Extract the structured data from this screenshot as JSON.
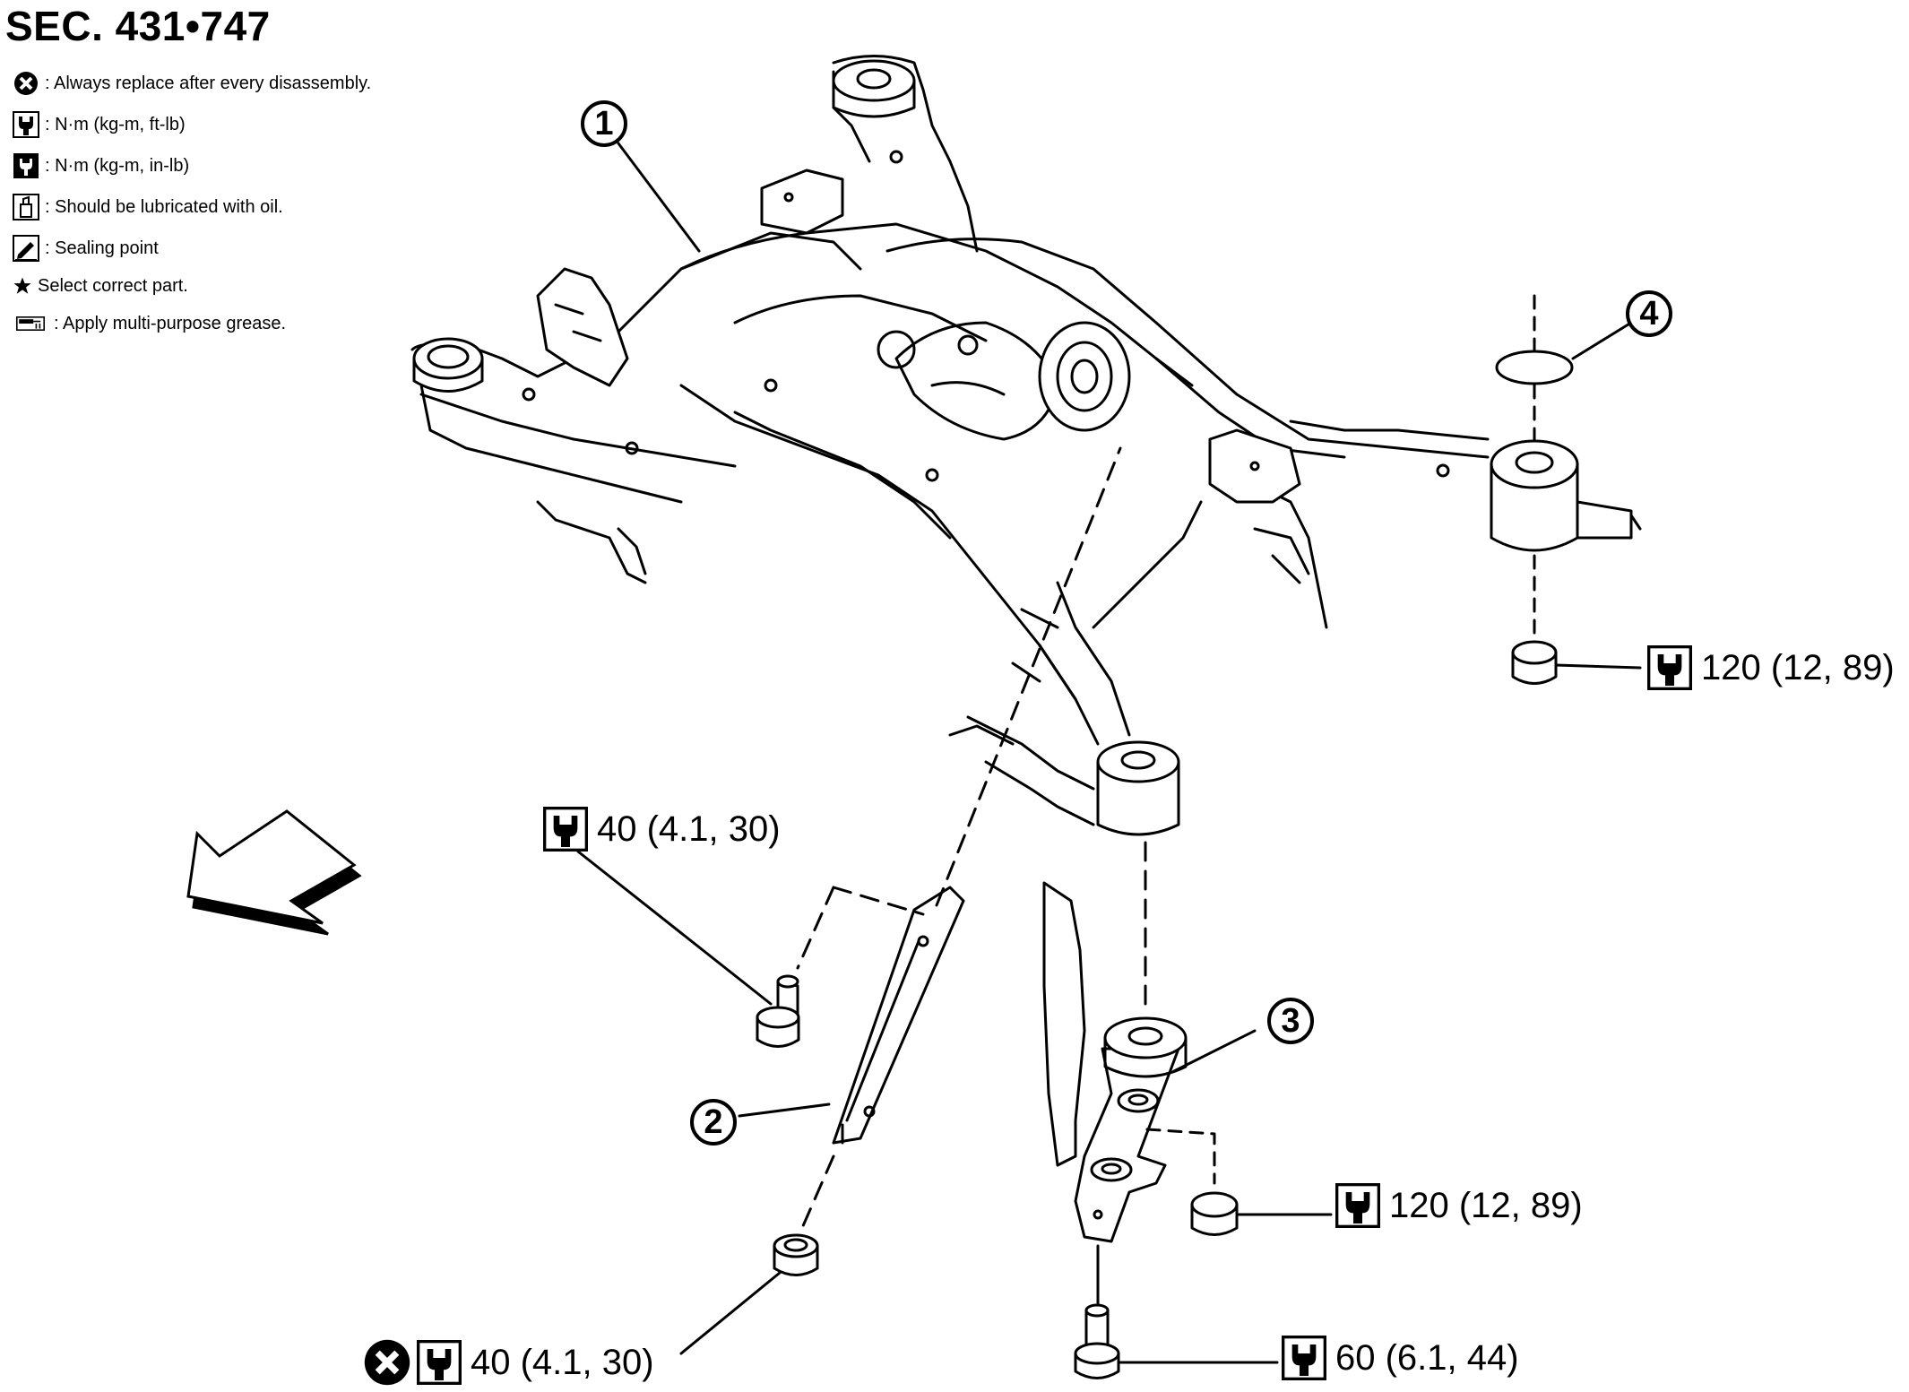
{
  "header": {
    "title": "SEC. 431•747"
  },
  "legend": [
    {
      "icon": "replace-cross-icon",
      "text": ": Always replace after every disassembly."
    },
    {
      "icon": "torque-wrench-icon",
      "text": ": N·m (kg-m, ft-lb)"
    },
    {
      "icon": "torque-wrench-small-icon",
      "text": ": N·m (kg-m, in-lb)"
    },
    {
      "icon": "oil-can-icon",
      "text": ": Should be lubricated with oil."
    },
    {
      "icon": "sealing-pen-icon",
      "text": ": Sealing point"
    },
    {
      "icon": "star-icon",
      "text": "Select correct part."
    },
    {
      "icon": "grease-gun-icon",
      "text": ": Apply multi-purpose grease."
    }
  ],
  "callouts": {
    "c1": "1",
    "c2": "2",
    "c3": "3",
    "c4": "4"
  },
  "torques": {
    "t_rear_right": "120 (12, 89)",
    "t_stay_upper": "40 (4.1, 30)",
    "t_stay_lower": "40 (4.1, 30)",
    "t_mount_nut": "120 (12, 89)",
    "t_mount_bolt": "60 (6.1, 44)"
  },
  "colors": {
    "line": "#000000",
    "background": "#ffffff"
  }
}
